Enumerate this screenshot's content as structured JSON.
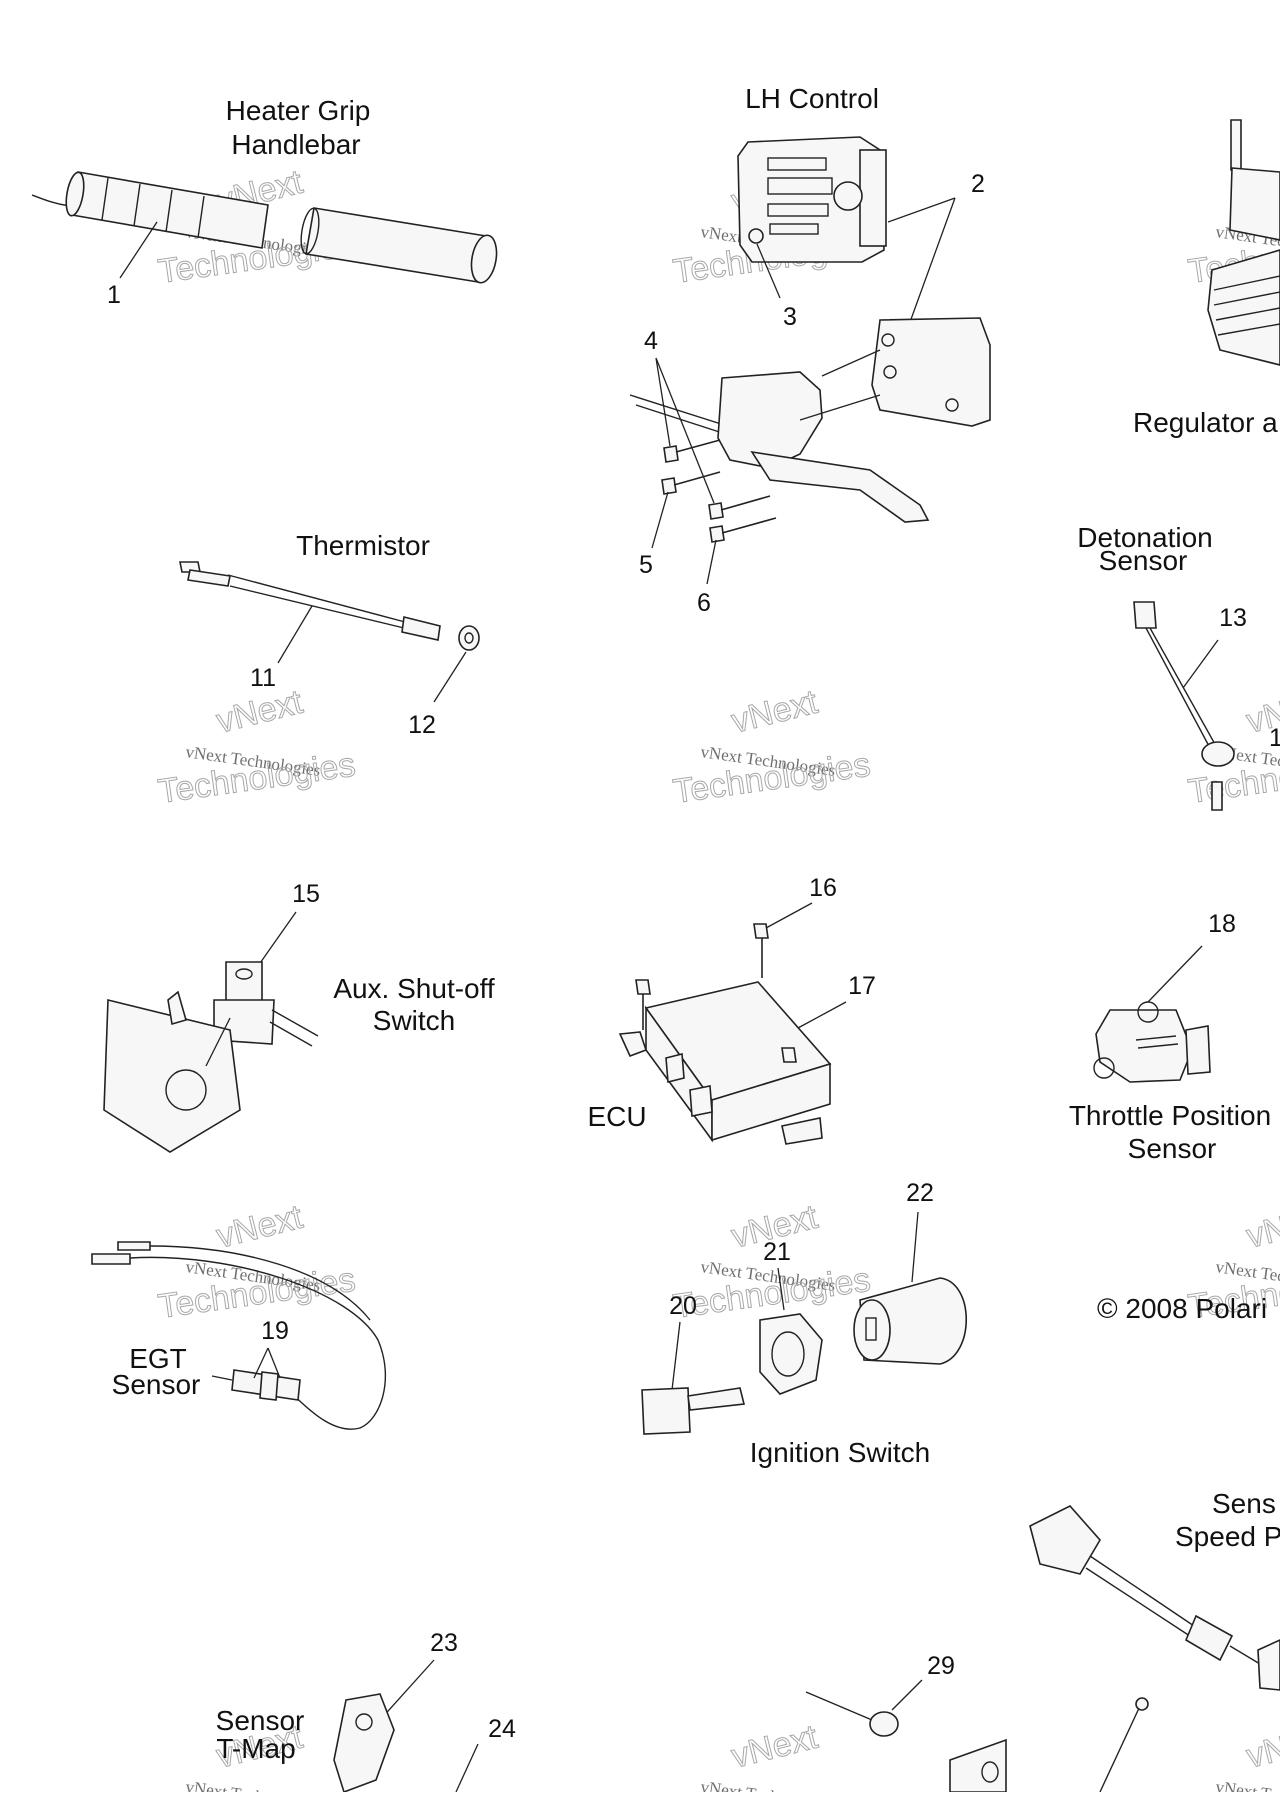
{
  "labels": {
    "heater_grip": [
      "Heater Grip",
      "Handlebar"
    ],
    "lh_control": "LH Control",
    "regulator": "Regulator a",
    "thermistor": "Thermistor",
    "detonation": [
      "Detonation",
      "Sensor"
    ],
    "aux_shutoff": [
      "Aux. Shut-off",
      "Switch"
    ],
    "ecu": "ECU",
    "throttle": [
      "Throttle Position",
      "Sensor"
    ],
    "egt": [
      "EGT",
      "Sensor"
    ],
    "ignition": "Ignition Switch",
    "speed_sensor": [
      "Sens",
      "Speed P"
    ],
    "tmap": [
      "Sensor",
      "T-Map"
    ],
    "copyright": "© 2008 Polari"
  },
  "callouts": {
    "n1": "1",
    "n2": "2",
    "n3": "3",
    "n4": "4",
    "n5": "5",
    "n6": "6",
    "n11": "11",
    "n12": "12",
    "n13": "13",
    "n14": "1",
    "n15": "15",
    "n16": "16",
    "n17": "17",
    "n18": "18",
    "n19": "19",
    "n20": "20",
    "n21": "21",
    "n22": "22",
    "n23": "23",
    "n24": "24",
    "n29": "29"
  },
  "watermark": {
    "line1": "vNext",
    "line2": "vNext Technologies",
    "line3": "Technologies"
  }
}
